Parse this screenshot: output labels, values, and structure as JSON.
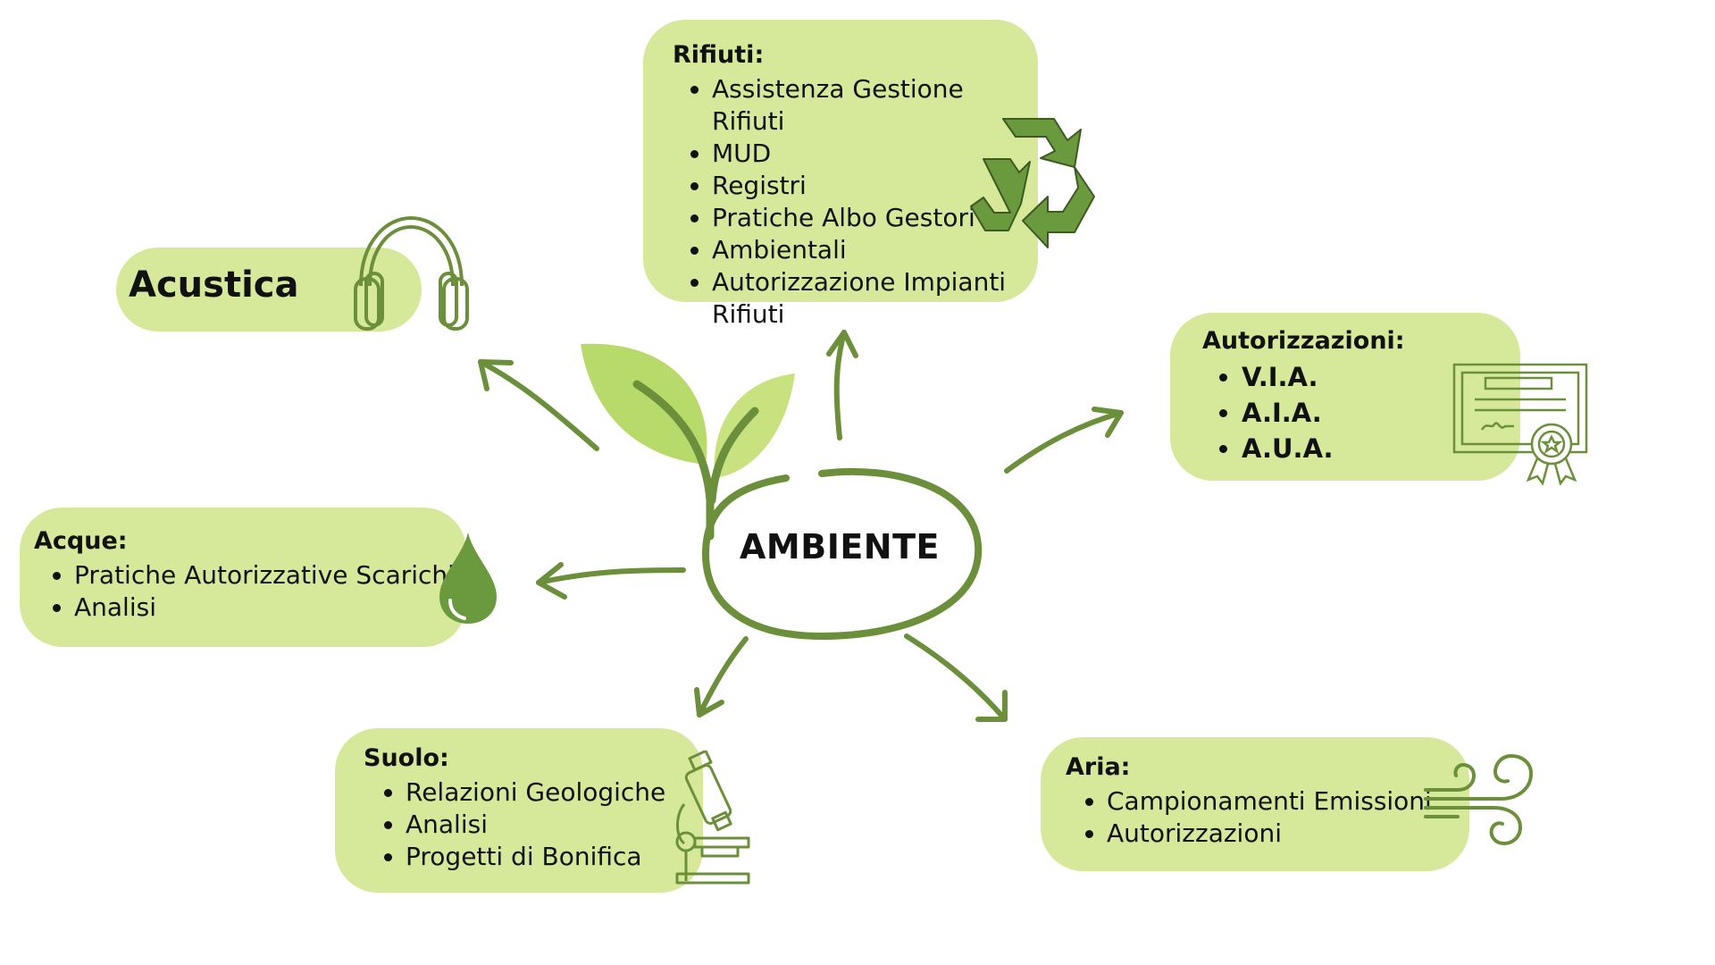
{
  "center": {
    "label": "AMBIENTE"
  },
  "colors": {
    "box": "#d6e99b",
    "stroke": "#6b8f3a",
    "leaf_light": "#b8da6a",
    "leaf_dark": "#c7e27e"
  },
  "nodes": {
    "rifiuti": {
      "title": "Rifiuti:",
      "items": [
        "Assistenza Gestione Rifiuti",
        "MUD",
        "Registri",
        "Pratiche Albo Gestori",
        "Ambientali",
        "Autorizzazione Impianti Rifiuti"
      ],
      "icon": "recycle-icon"
    },
    "acustica": {
      "title": "Acustica",
      "icon": "headphones-icon"
    },
    "autorizzazioni": {
      "title": "Autorizzazioni:",
      "items": [
        "V.I.A.",
        "A.I.A.",
        "A.U.A."
      ],
      "icon": "certificate-icon"
    },
    "acque": {
      "title": "Acque:",
      "items": [
        "Pratiche Autorizzative Scarichi",
        "Analisi"
      ],
      "icon": "water-drop-icon"
    },
    "suolo": {
      "title": "Suolo:",
      "items": [
        "Relazioni Geologiche",
        "Analisi",
        "Progetti di Bonifica"
      ],
      "icon": "microscope-icon"
    },
    "aria": {
      "title": "Aria:",
      "items": [
        "Campionamenti Emissioni",
        "Autorizzazioni"
      ],
      "icon": "wind-icon"
    }
  }
}
